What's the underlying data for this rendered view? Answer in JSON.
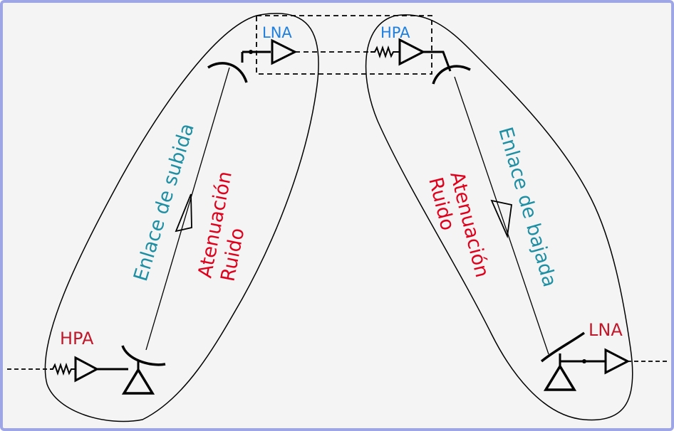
{
  "diagram": {
    "uplink": {
      "amp_label": "HPA",
      "link_label": "Enlace de subida",
      "effect_line1": "Atenuación",
      "effect_line2": "Ruido"
    },
    "satellite": {
      "receive_amp_label": "LNA",
      "transmit_amp_label": "HPA"
    },
    "downlink": {
      "amp_label": "LNA",
      "link_label": "Enlace de bajada",
      "effect_line1": "Atenuación",
      "effect_line2": "Ruido"
    },
    "colors": {
      "frame": "#9fa6e6",
      "background": "#f4f4f4",
      "ground_amp_labels": "#c0182a",
      "satellite_amp_labels": "#1f7fe0",
      "link_labels": "#1e8fa3",
      "effect_labels": "#e0001b"
    }
  }
}
